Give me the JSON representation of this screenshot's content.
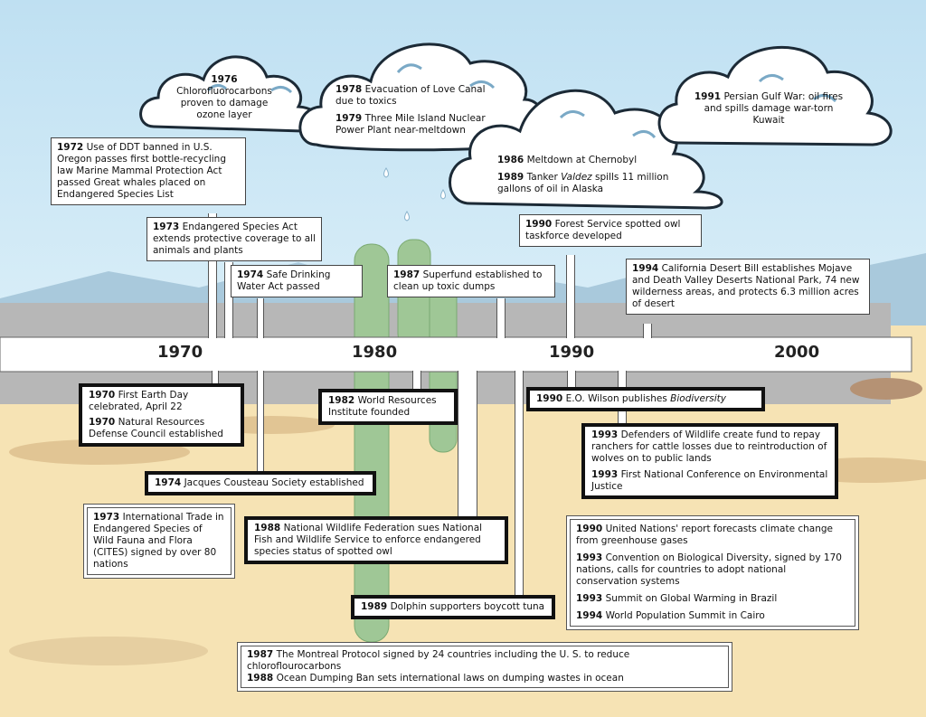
{
  "timeline": {
    "decades": [
      "1970",
      "1980",
      "1990",
      "2000"
    ]
  },
  "clouds": [
    {
      "id": "c1976",
      "entries": [
        {
          "year": "1976",
          "text": "Chlorofluorocarbons proven to damage ozone layer"
        }
      ]
    },
    {
      "id": "c1978",
      "entries": [
        {
          "year": "1978",
          "text": "Evacuation of Love Canal due to toxics"
        },
        {
          "year": "1979",
          "text": "Three Mile Island Nuclear Power Plant near-meltdown"
        }
      ]
    },
    {
      "id": "c1986",
      "entries": [
        {
          "year": "1986",
          "text": "Meltdown at Chernobyl"
        },
        {
          "year": "1989",
          "text_before": "Tanker ",
          "text_italic": "Valdez",
          "text_after": " spills 11 million gallons of oil in Alaska"
        }
      ]
    },
    {
      "id": "c1991",
      "entries": [
        {
          "year": "1991",
          "text": "Persian Gulf War: oil fires and spills damage war-torn Kuwait"
        }
      ]
    }
  ],
  "above_boxes": {
    "b1972": {
      "year": "1972",
      "text": "Use of DDT banned in U.S. Oregon passes first bottle-recycling law Marine Mammal Protection Act passed Great whales placed on Endangered Species List"
    },
    "b1973": {
      "year": "1973",
      "text": "Endangered Species Act extends protective coverage to all animals and plants"
    },
    "b1974": {
      "year": "1974",
      "text": "Safe Drinking Water Act passed"
    },
    "b1987": {
      "year": "1987",
      "text": "Superfund established to clean up toxic dumps"
    },
    "b1990": {
      "year": "1990",
      "text": "Forest Service spotted owl taskforce developed"
    },
    "b1994": {
      "year": "1994",
      "text": "California Desert Bill establishes Mojave and Death Valley Deserts National Park, 74 new wilderness areas, and protects 6.3 million acres of desert"
    }
  },
  "below_boxes": {
    "b1970": [
      {
        "year": "1970",
        "text": "First Earth Day celebrated, April 22"
      },
      {
        "year": "1970",
        "text": "Natural Resources Defense Council established"
      }
    ],
    "b1974c": {
      "year": "1974",
      "text": "Jacques Cousteau Society established"
    },
    "b1973c": {
      "year": "1973",
      "text": "International Trade in Endangered Species of Wild Fauna and Flora (CITES) signed by over 80 nations"
    },
    "b1982": {
      "year": "1982",
      "text": "World Resources Institute founded"
    },
    "b1988": {
      "year": "1988",
      "text": "National Wildlife Federation sues National Fish and Wildlife Service to enforce endangered species status of spotted owl"
    },
    "b1989": {
      "year": "1989",
      "text": "Dolphin supporters boycott tuna"
    },
    "b1990e": {
      "year": "1990",
      "text_before": "E.O. Wilson publishes ",
      "text_italic": "Biodiversity"
    },
    "b1993": [
      {
        "year": "1993",
        "text": "Defenders of Wildlife create fund to repay ranchers for cattle losses due to reintroduction of wolves on to public lands"
      },
      {
        "year": "1993",
        "text": "First National Conference on Environmental Justice"
      }
    ],
    "b1990un": [
      {
        "year": "1990",
        "text": "United Nations' report forecasts climate change from greenhouse gases"
      },
      {
        "year": "1993",
        "text": "Convention on Biological Diversity, signed by 170 nations, calls for countries to adopt national conservation systems"
      },
      {
        "year": "1993",
        "text": "Summit on Global Warming in Brazil"
      },
      {
        "year": "1994",
        "text": "World Population Summit in Cairo"
      }
    ],
    "b1987m": [
      {
        "year": "1987",
        "text": "The Montreal Protocol signed by 24 countries including the U. S. to reduce chloroflourocarbons"
      },
      {
        "year": "1988",
        "text": "Ocean Dumping Ban sets international laws on dumping wastes in ocean"
      }
    ]
  },
  "colors": {
    "sky": "#c9e3f2",
    "sand": "#f6e3b4",
    "band": "#b9b9b9",
    "cloud_outline": "#7aa9c6",
    "cactus": "#8fbf8a"
  }
}
